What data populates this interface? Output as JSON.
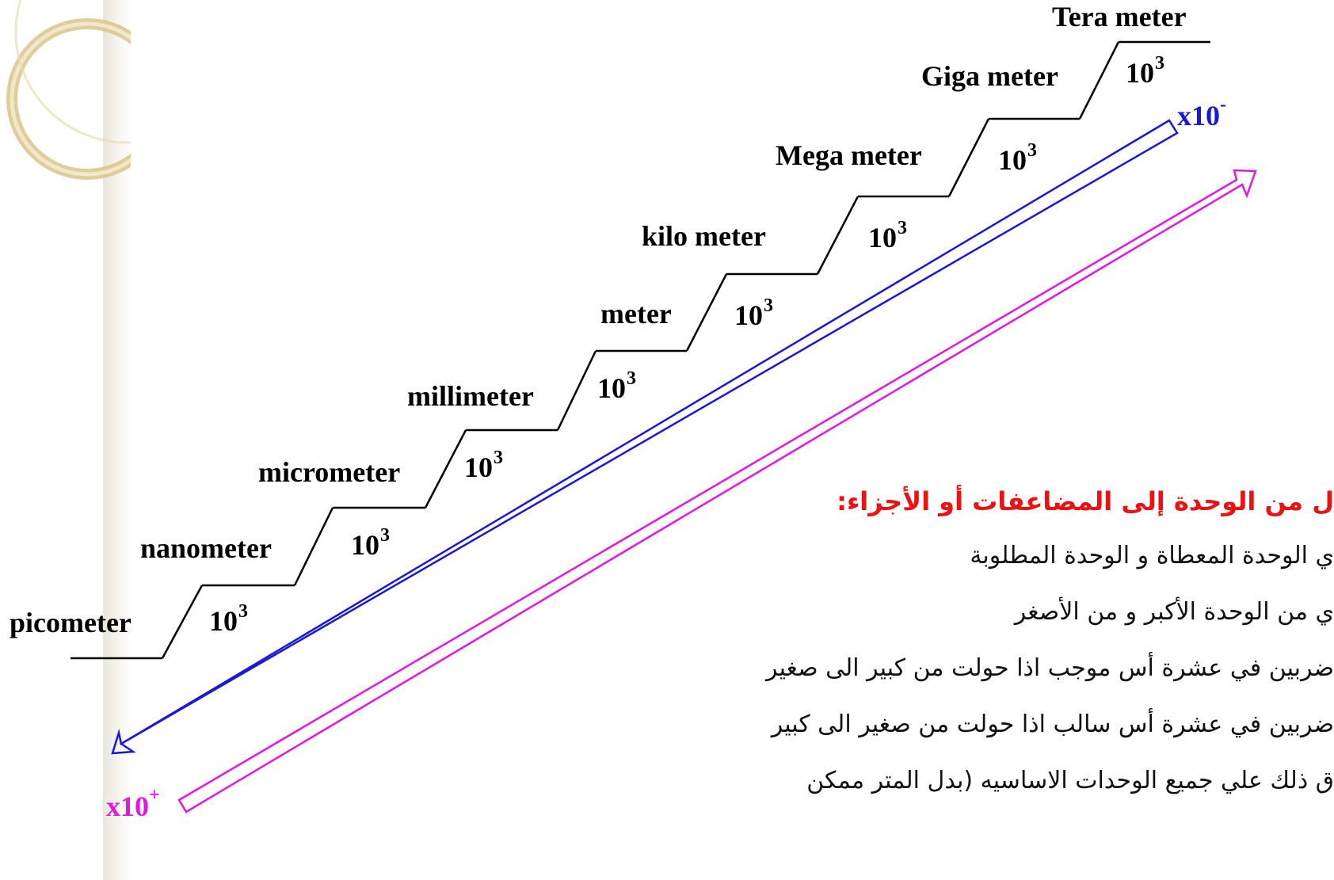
{
  "units": [
    {
      "label": "picometer",
      "power": "10",
      "exp": "3"
    },
    {
      "label": "nanometer",
      "power": "10",
      "exp": "3"
    },
    {
      "label": "micrometer",
      "power": "10",
      "exp": "3"
    },
    {
      "label": "millimeter",
      "power": "10",
      "exp": "3"
    },
    {
      "label": "meter",
      "power": "10",
      "exp": "3"
    },
    {
      "label": "kilo meter",
      "power": "10",
      "exp": "3"
    },
    {
      "label": "Mega meter",
      "power": "10",
      "exp": "3"
    },
    {
      "label": "Giga meter",
      "power": "10",
      "exp": "3"
    },
    {
      "label": "Tera meter"
    }
  ],
  "arrows": {
    "negative": {
      "base": "x10",
      "sign": "-",
      "color": "#1a17d8"
    },
    "positive": {
      "base": "x10",
      "sign": "+",
      "color": "#e317e3"
    }
  },
  "colors": {
    "stair": "#000000",
    "title": "#ee1111",
    "ring": "#d9c48a"
  },
  "rules": {
    "title": "ل من الوحدة إلى المضاعفات أو الأجزاء:",
    "lines": [
      "ي الوحدة المعطاة و الوحدة المطلوبة",
      "ي من الوحدة الأكبر و من الأصغر",
      "ضربين في عشرة أس موجب اذا حولت من كبير الى صغير",
      "ضربين في عشرة أس سالب اذا حولت من صغير الى كبير",
      "ق ذلك علي جميع الوحدات الاساسيه (بدل المتر ممكن"
    ]
  }
}
